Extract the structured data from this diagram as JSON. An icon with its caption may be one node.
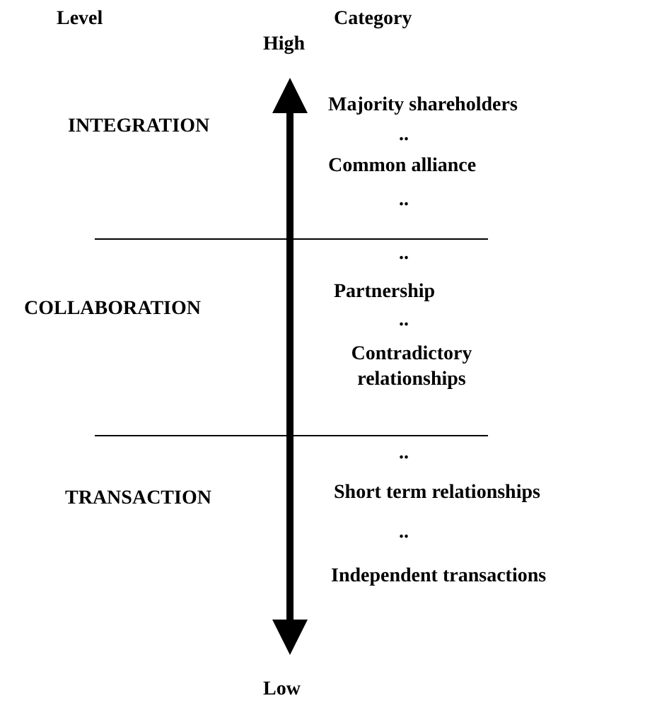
{
  "diagram": {
    "labels": [
      "Level",
      "High",
      "Category",
      "INTEGRATION",
      "Majority shareholders",
      "..",
      "Common alliance",
      "..",
      "..",
      "COLLABORATION",
      "Partnership",
      "..",
      "Contradictory relationships",
      "..",
      "TRANSACTION",
      "Short term relationships",
      "..",
      "Independent transactions",
      "Low"
    ]
  }
}
